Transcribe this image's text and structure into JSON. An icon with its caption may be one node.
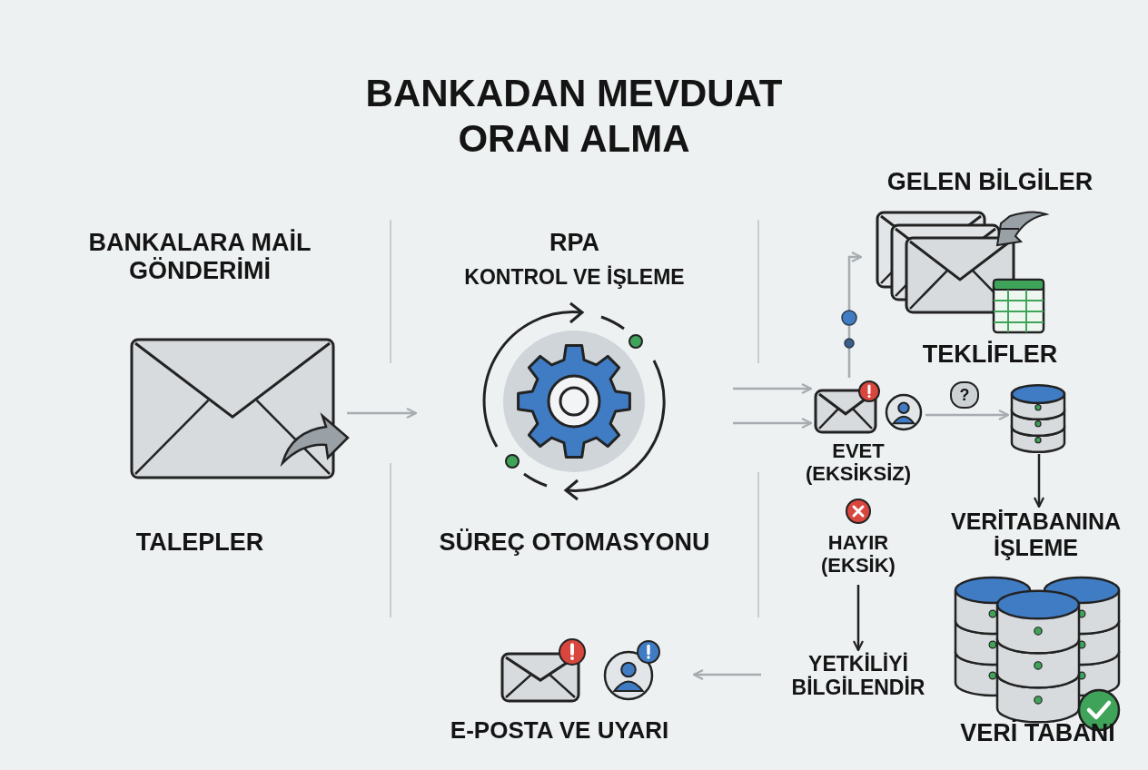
{
  "diagram": {
    "title": "BANKADAN MEVDUAT ORAN ALMA",
    "nodes": [
      {
        "text": [
          "BANKALARA MAİL GÖNDERİMİ",
          "TALEPLER"
        ]
      },
      {
        "text": [
          "RPA",
          "KONTROL VE İŞLEME",
          "SÜREÇ OTOMASYONU"
        ]
      },
      {
        "text": [
          "GELEN BİLGİLER",
          "TEKLİFLER"
        ]
      },
      {
        "text": [],
        "shape": "picture"
      },
      {
        "text": [],
        "shape": "cylinder"
      },
      {
        "text": [
          "VERİTABANINA İŞLEME"
        ]
      },
      {
        "text": [
          "VERİ TABANI"
        ]
      },
      {
        "text": [
          "HAYIR (EKSİK)"
        ]
      },
      {
        "text": [
          "YETKİLİYİ BİLGİLENDİR"
        ]
      },
      {
        "text": [
          "E-POSTA VE UYARI"
        ]
      }
    ],
    "edges": [
      {
        "from": 0,
        "to": 1,
        "arrow": "to"
      },
      {
        "from": 1,
        "to": 3,
        "arrow": "to"
      },
      {
        "from": 1,
        "to": 3,
        "arrow": "to"
      },
      {
        "from": 3,
        "to": 2,
        "arrow": "to"
      },
      {
        "from": 3,
        "to": 4,
        "arrow": "to",
        "label": "?"
      },
      {
        "from": 4,
        "to": 5,
        "arrow": "to",
        "color": "#222222"
      },
      {
        "from": 7,
        "to": 8,
        "arrow": "to",
        "color": "#222222"
      },
      {
        "from": 8,
        "to": 9,
        "arrow": "to"
      }
    ],
    "labels": [
      "EVET (EKSİKSİZ)"
    ]
  }
}
